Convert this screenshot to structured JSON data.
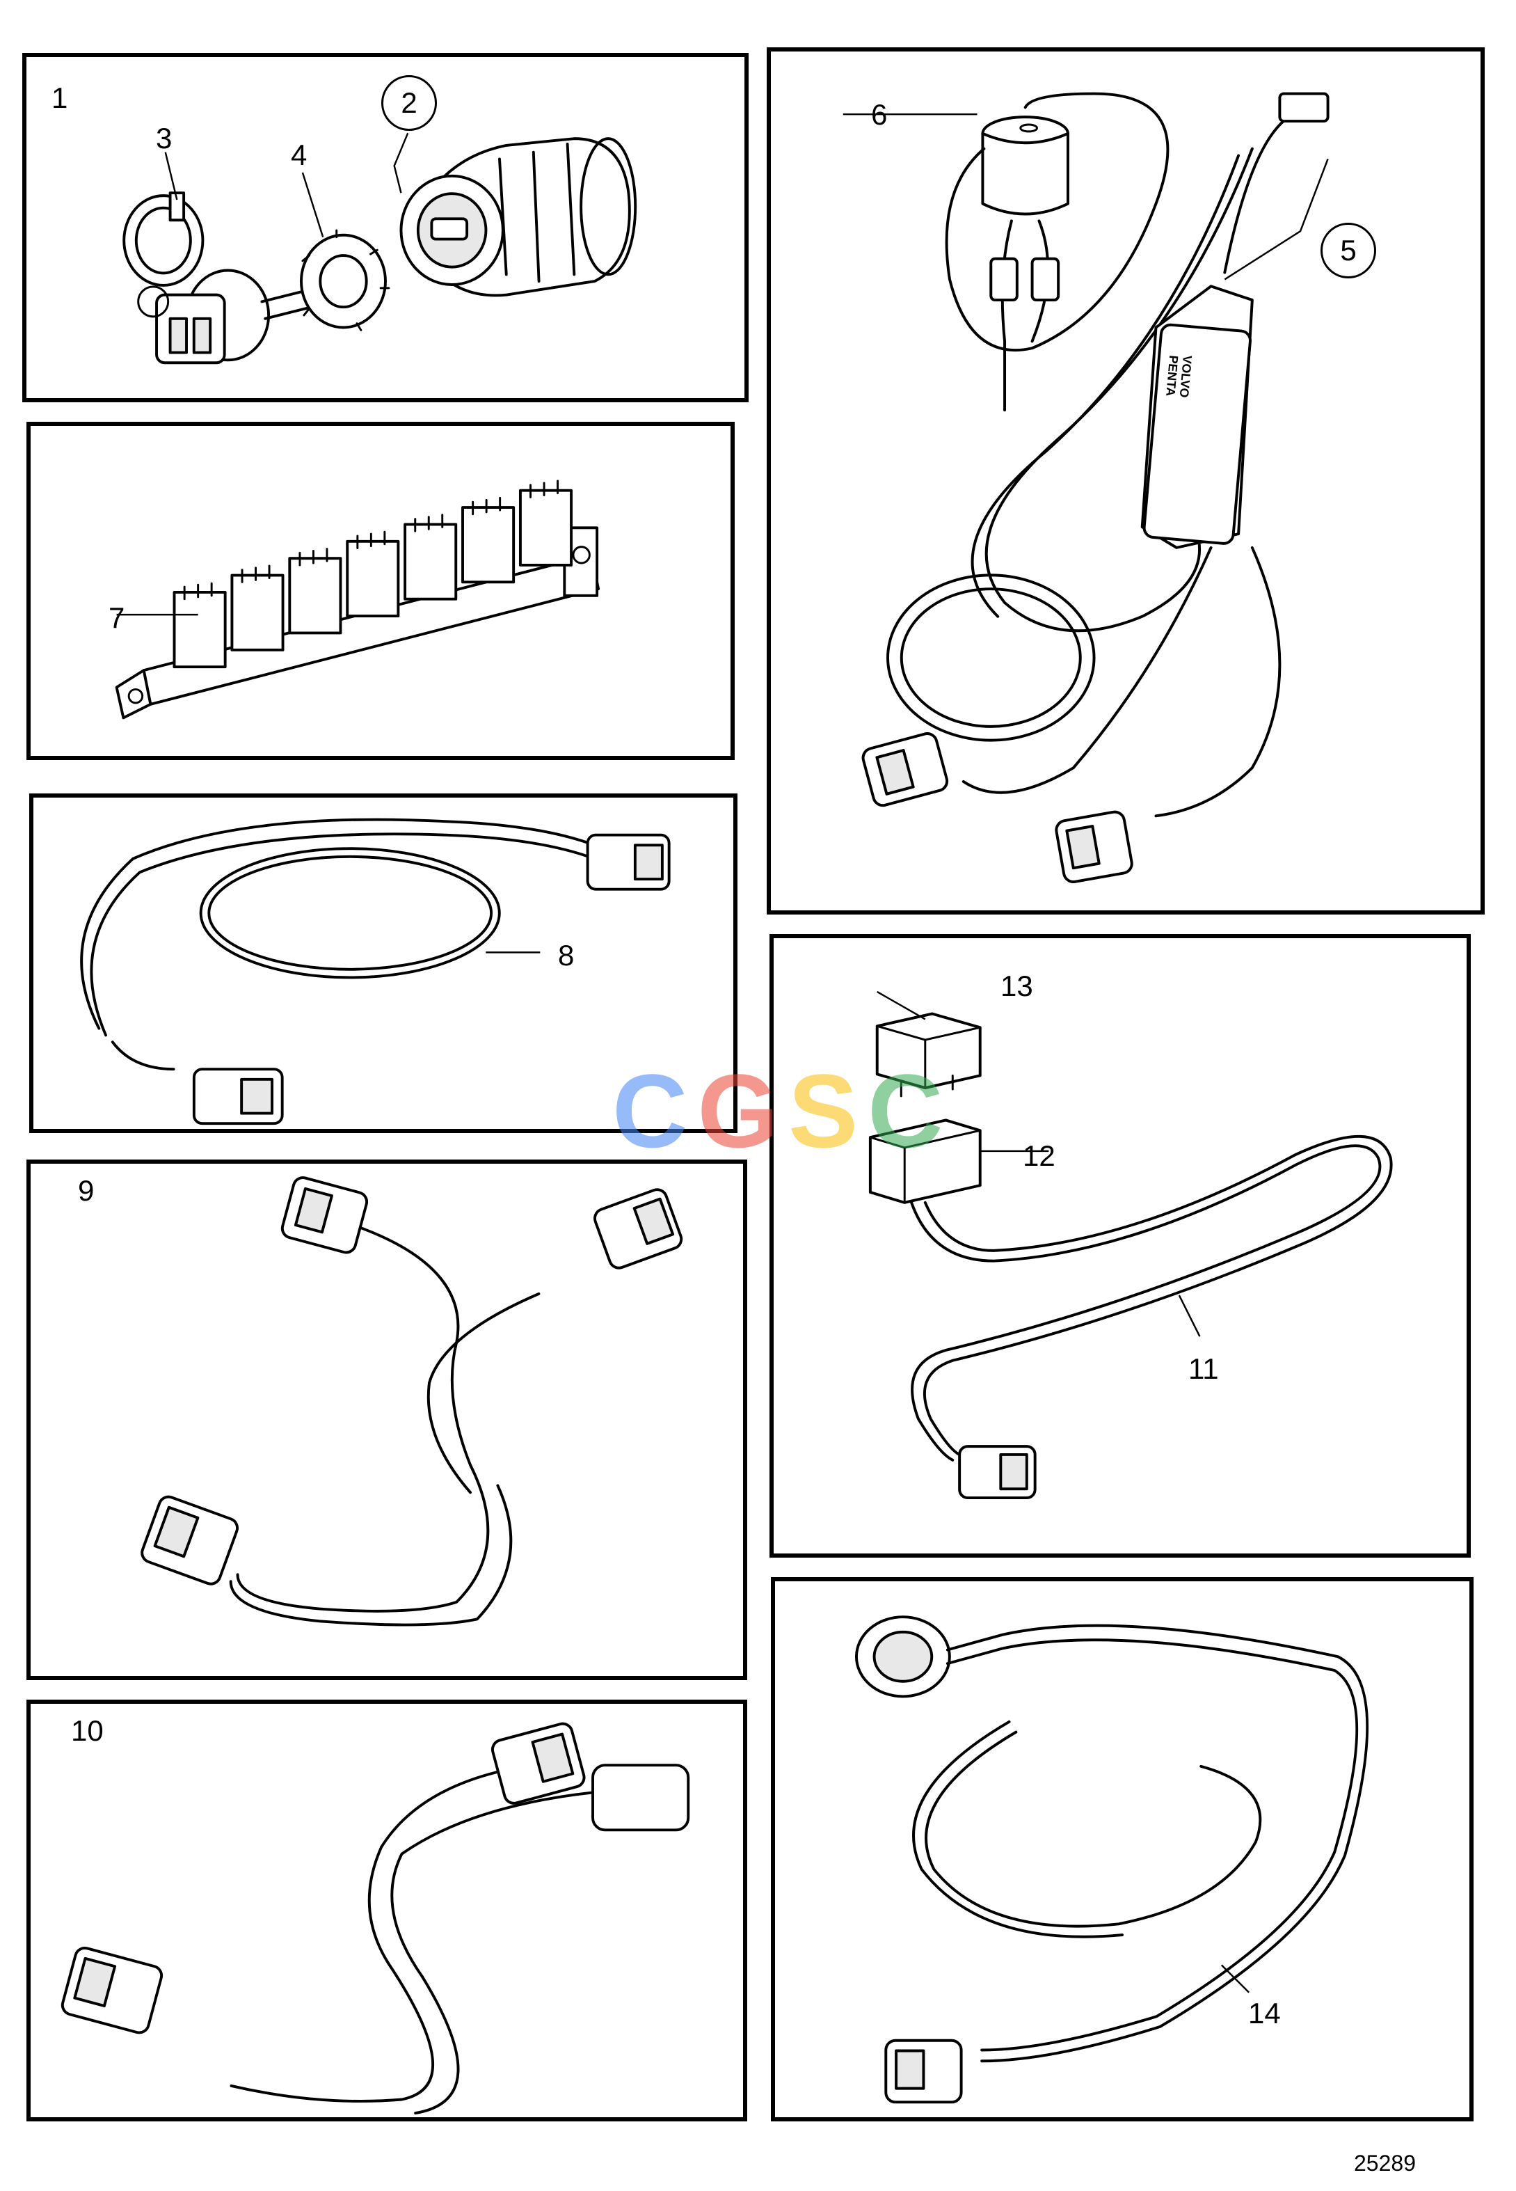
{
  "callouts": {
    "p1": "1",
    "p2": "2",
    "p3": "3",
    "p4": "4",
    "p5": "5",
    "p6": "6",
    "p7": "7",
    "p8": "8",
    "p9": "9",
    "p10": "10",
    "p11": "11",
    "p12": "12",
    "p13": "13",
    "p14": "14"
  },
  "housing_text": {
    "line1": "VOLVO",
    "line2": "PENTA"
  },
  "figure_number": "25289",
  "watermark": {
    "letters": [
      "C",
      "G",
      "S",
      "C"
    ],
    "colors": [
      "#4285f4",
      "#ea4335",
      "#fbbc05",
      "#34a853"
    ]
  }
}
